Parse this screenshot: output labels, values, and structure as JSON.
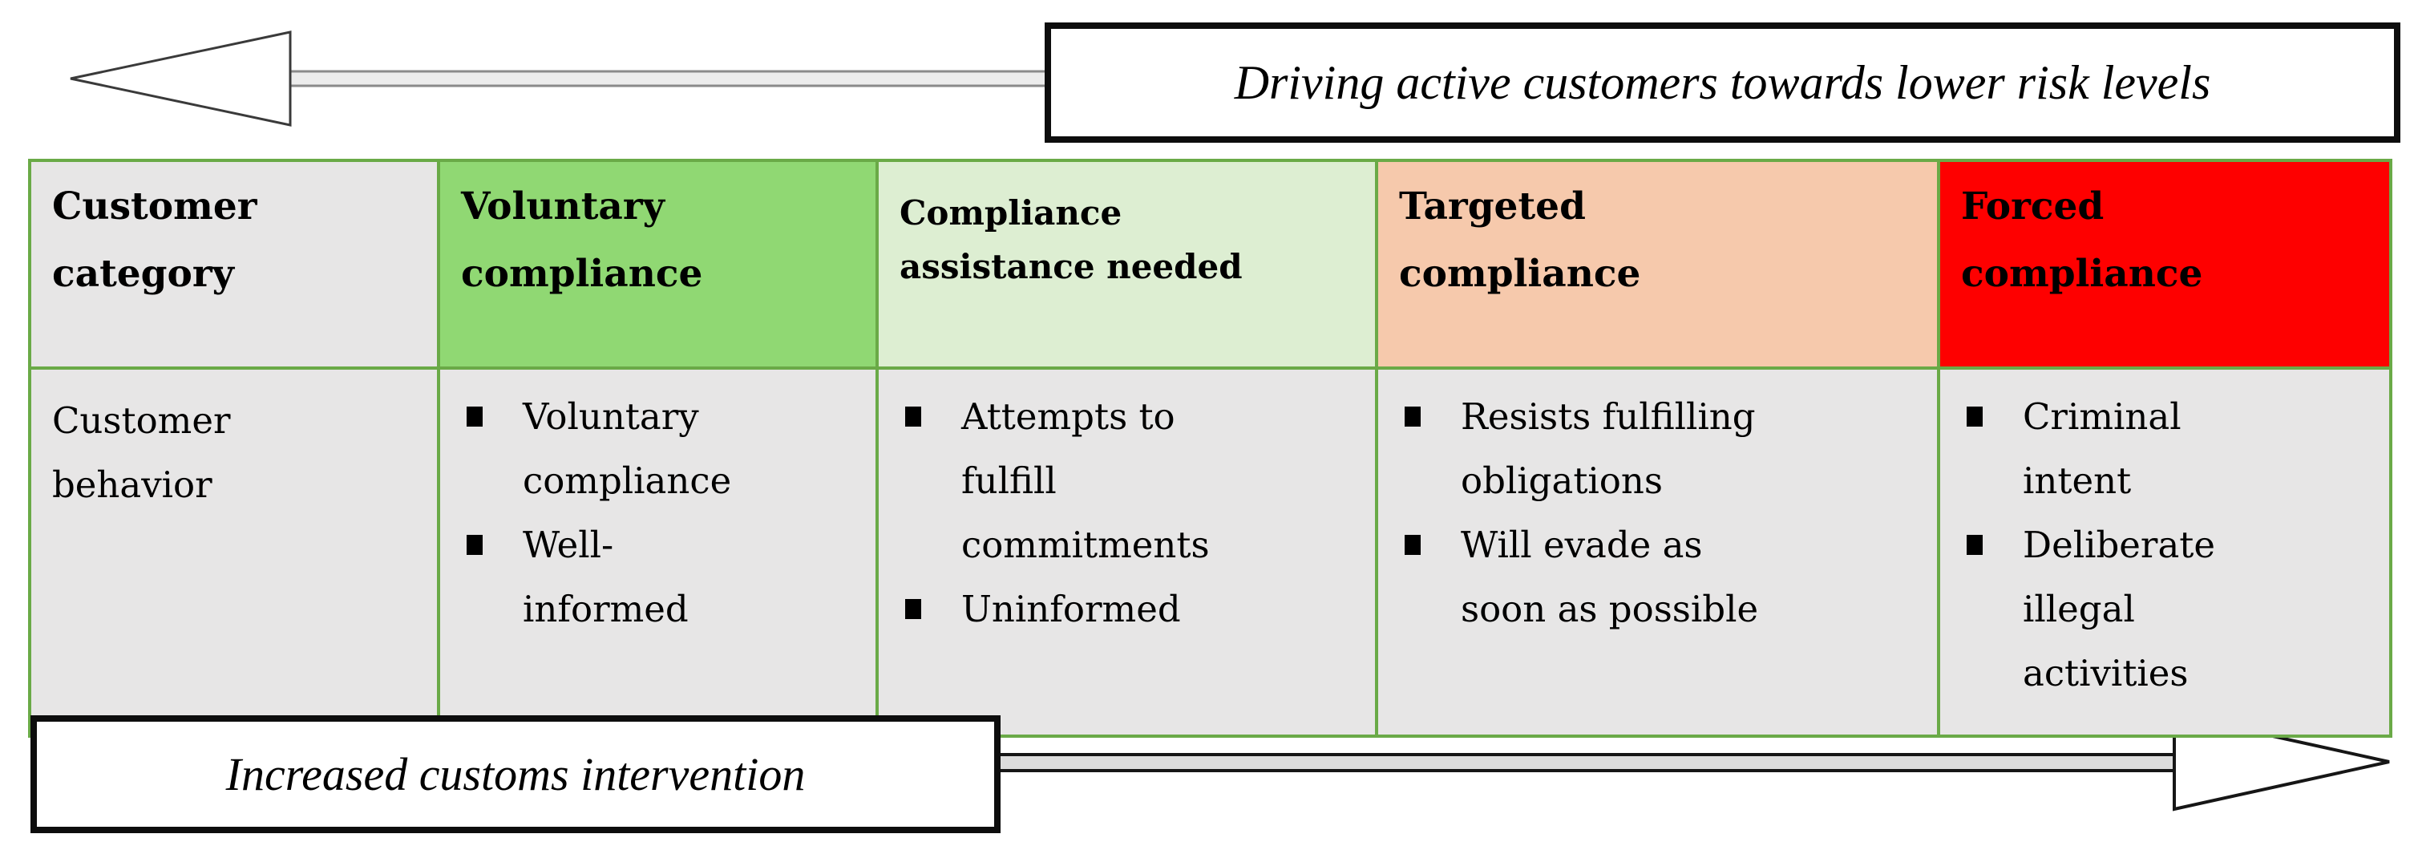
{
  "figure": {
    "top_arrow": {
      "label": "Driving active customers towards lower risk levels",
      "direction": "left"
    },
    "bottom_arrow": {
      "label": "Increased customs intervention",
      "direction": "right"
    }
  },
  "table": {
    "headers": [
      {
        "label": "Customer\ncategory",
        "bg": "#e7e6e6"
      },
      {
        "label": "Voluntary\ncompliance",
        "bg": "#90d873"
      },
      {
        "label": "Compliance\nassistance needed",
        "bg": "#ddeed2"
      },
      {
        "label": "Targeted\ncompliance",
        "bg": "#f6c9ac"
      },
      {
        "label": "Forced\ncompliance",
        "bg": "#fe0000"
      }
    ],
    "row_label": "Customer\nbehavior",
    "cells": [
      {
        "items": [
          "Voluntary\ncompliance",
          "Well-\ninformed"
        ]
      },
      {
        "items": [
          "Attempts to\nfulfill\ncommitments",
          "Uninformed"
        ]
      },
      {
        "items": [
          "Resists fulfilling\nobligations",
          "Will evade as\nsoon as possible"
        ]
      },
      {
        "items": [
          "Criminal\nintent",
          "Deliberate\nillegal\nactivities"
        ]
      }
    ]
  },
  "colors": {
    "table_border_green": "#6aaa47",
    "cell_gray": "#e7e6e6",
    "header_green": "#90d873",
    "header_light_green": "#ddeed2",
    "header_salmon": "#f6c9ac",
    "header_red": "#fe0000",
    "arrow_outline": "#161616"
  },
  "icons": {
    "bullet": "black-square",
    "left_arrow": "hollow-left-arrow",
    "right_arrow": "hollow-right-arrow"
  }
}
